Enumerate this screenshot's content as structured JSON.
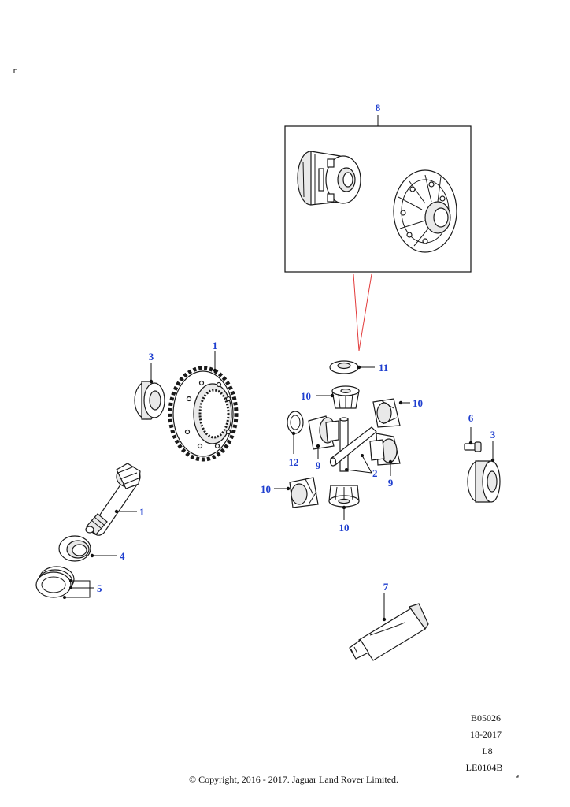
{
  "callouts": {
    "c8": "8",
    "c1_ring": "1",
    "c3_left": "3",
    "c11": "11",
    "c10_top": "10",
    "c10_right": "10",
    "c10_left": "10",
    "c10_bottom": "10",
    "c12": "12",
    "c9_left": "9",
    "c9_right": "9",
    "c2": "2",
    "c6": "6",
    "c3_right": "3",
    "c1_pinion": "1",
    "c4": "4",
    "c5": "5",
    "c7": "7"
  },
  "meta": {
    "code": "B05026",
    "year": "18-2017",
    "variant": "L8",
    "ref": "LE0104B"
  },
  "copyright": "© Copyright, 2016 - 2017. Jaguar Land Rover Limited.",
  "colors": {
    "callout": "#1f3fcf",
    "indicator_lines": "#e23b3b",
    "lines": "#1a1a1a"
  }
}
